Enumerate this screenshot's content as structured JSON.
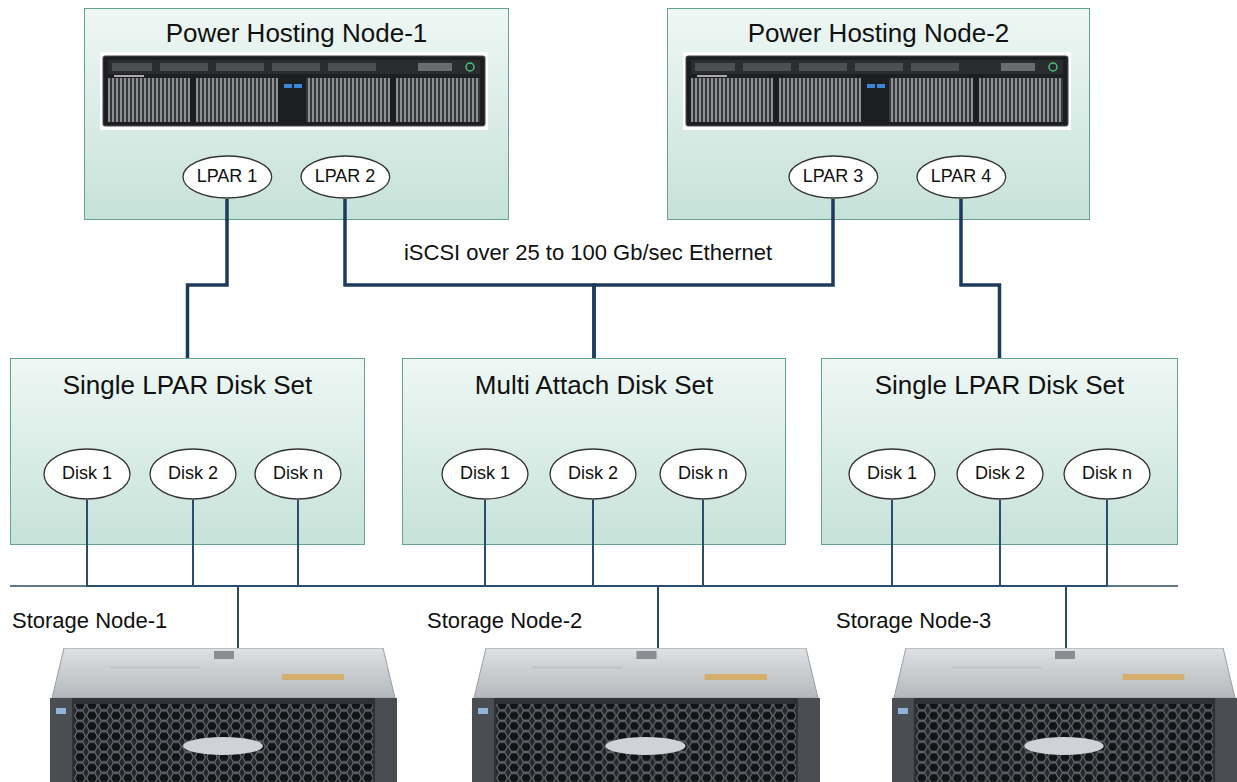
{
  "diagram": {
    "nodes": [
      {
        "text": [
          "Power Hosting Node-1"
        ]
      },
      {
        "text": [
          "LPAR 1"
        ],
        "in": 0
      },
      {
        "text": [
          "LPAR 2"
        ],
        "in": 0
      },
      {
        "text": [
          "Power Hosting Node-2"
        ]
      },
      {
        "text": [
          "LPAR 3"
        ],
        "in": 3
      },
      {
        "text": [
          "LPAR 4"
        ],
        "in": 3
      },
      {
        "text": [
          "Single LPAR Disk Set"
        ]
      },
      {
        "text": [
          "Disk 1"
        ],
        "in": 6
      },
      {
        "text": [
          "Disk 2"
        ],
        "in": 6
      },
      {
        "text": [
          "Disk n"
        ],
        "in": 6
      },
      {
        "text": [
          "Multi Attach Disk Set"
        ]
      },
      {
        "text": [
          "Disk 1"
        ],
        "in": 10
      },
      {
        "text": [
          "Disk 2"
        ],
        "in": 10
      },
      {
        "text": [
          "Disk n"
        ],
        "in": 10
      },
      {
        "text": [
          "Single LPAR Disk Set"
        ]
      },
      {
        "text": [
          "Disk 1"
        ],
        "in": 14
      },
      {
        "text": [
          "Disk 2"
        ],
        "in": 14
      },
      {
        "text": [
          "Disk n"
        ],
        "in": 14
      },
      {
        "text": [
          "Storage Node-1"
        ]
      },
      {
        "text": [
          "Storage Node-2"
        ]
      },
      {
        "text": [
          "Storage Node-3"
        ]
      }
    ],
    "edges": [
      {
        "from": 1,
        "to": 6,
        "arrow": "none"
      },
      {
        "from": 2,
        "to": 10,
        "arrow": "none"
      },
      {
        "from": 4,
        "to": 10,
        "arrow": "none"
      },
      {
        "from": 5,
        "to": 14,
        "arrow": "none"
      },
      {
        "from": 7,
        "to": 18,
        "arrow": "none"
      },
      {
        "from": 7,
        "to": 19,
        "arrow": "none"
      },
      {
        "from": 7,
        "to": 20,
        "arrow": "none"
      },
      {
        "from": 8,
        "to": 18,
        "arrow": "none"
      },
      {
        "from": 8,
        "to": 19,
        "arrow": "none"
      },
      {
        "from": 8,
        "to": 20,
        "arrow": "none"
      },
      {
        "from": 9,
        "to": 18,
        "arrow": "none"
      },
      {
        "from": 9,
        "to": 19,
        "arrow": "none"
      },
      {
        "from": 9,
        "to": 20,
        "arrow": "none"
      },
      {
        "from": 11,
        "to": 18,
        "arrow": "none"
      },
      {
        "from": 11,
        "to": 19,
        "arrow": "none"
      },
      {
        "from": 11,
        "to": 20,
        "arrow": "none"
      },
      {
        "from": 12,
        "to": 18,
        "arrow": "none"
      },
      {
        "from": 12,
        "to": 19,
        "arrow": "none"
      },
      {
        "from": 12,
        "to": 20,
        "arrow": "none"
      },
      {
        "from": 13,
        "to": 18,
        "arrow": "none"
      },
      {
        "from": 13,
        "to": 19,
        "arrow": "none"
      },
      {
        "from": 13,
        "to": 20,
        "arrow": "none"
      },
      {
        "from": 15,
        "to": 18,
        "arrow": "none"
      },
      {
        "from": 15,
        "to": 19,
        "arrow": "none"
      },
      {
        "from": 15,
        "to": 20,
        "arrow": "none"
      },
      {
        "from": 16,
        "to": 18,
        "arrow": "none"
      },
      {
        "from": 16,
        "to": 19,
        "arrow": "none"
      },
      {
        "from": 16,
        "to": 20,
        "arrow": "none"
      },
      {
        "from": 17,
        "to": 18,
        "arrow": "none"
      },
      {
        "from": 17,
        "to": 19,
        "arrow": "none"
      },
      {
        "from": 17,
        "to": 20,
        "arrow": "none"
      }
    ],
    "labels": [
      "iSCSI over 25 to 100 Gb/sec Ethernet"
    ]
  }
}
